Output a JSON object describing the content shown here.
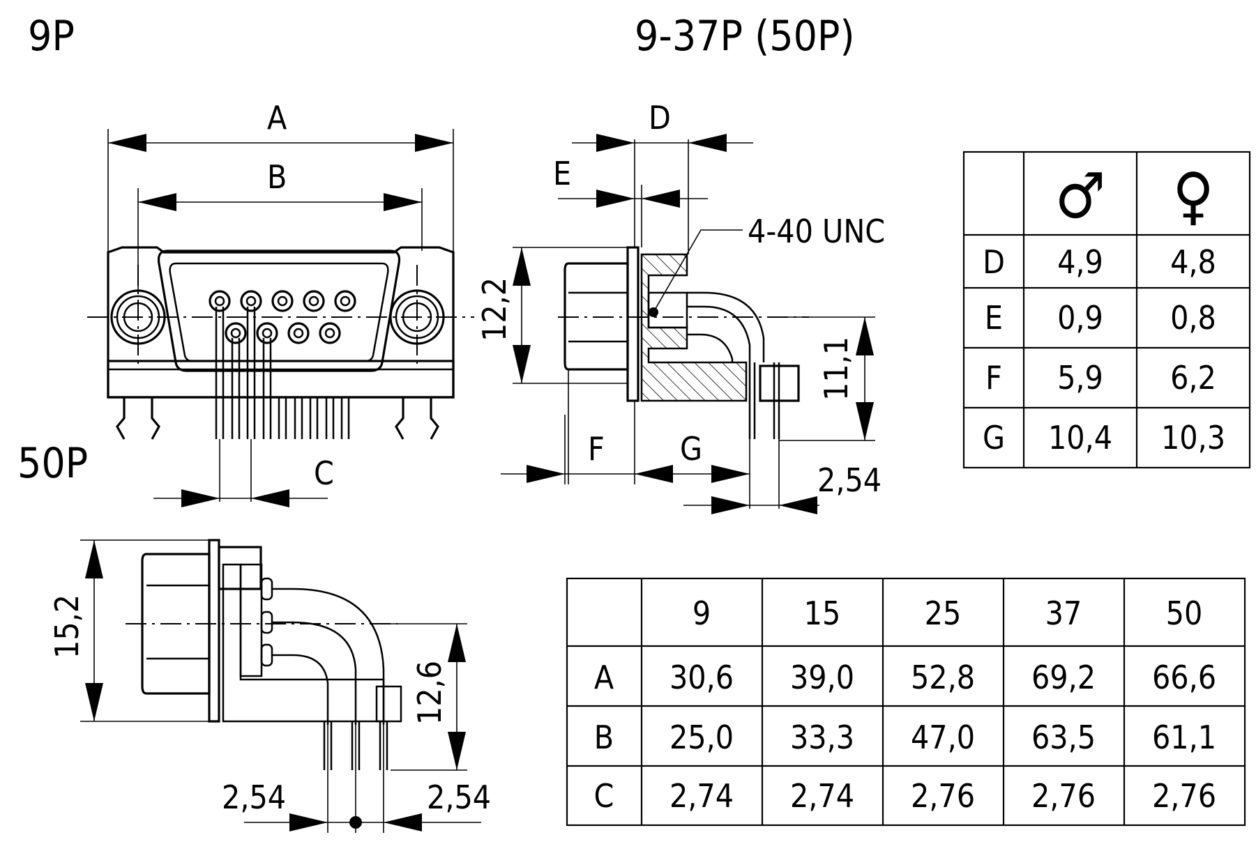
{
  "titles": {
    "view_9p": "9P",
    "view_9_37p": "9-37P  (50P)",
    "view_50p": "50P"
  },
  "dimension_labels": {
    "a": "A",
    "b": "B",
    "c": "C",
    "d": "D",
    "e": "E",
    "f": "F",
    "g": "G",
    "thread": "4-40 UNC",
    "height_side": "12,2",
    "pin_height": "11,1",
    "pitch_side": "2,54",
    "height_50p": "15,2",
    "pin_height_50p": "12,6",
    "pitch_50p_left": "2,54",
    "pitch_50p_right": "2,54"
  },
  "gender_table": {
    "header_male": "♂",
    "header_female": "♀",
    "rows": [
      {
        "label": "D",
        "male": "4,9",
        "female": "4,8"
      },
      {
        "label": "E",
        "male": "0,9",
        "female": "0,8"
      },
      {
        "label": "F",
        "male": "5,9",
        "female": "6,2"
      },
      {
        "label": "G",
        "male": "10,4",
        "female": "10,3"
      }
    ]
  },
  "size_table": {
    "columns": [
      "9",
      "15",
      "25",
      "37",
      "50"
    ],
    "rows": [
      {
        "label": "A",
        "values": [
          "30,6",
          "39,0",
          "52,8",
          "69,2",
          "66,6"
        ]
      },
      {
        "label": "B",
        "values": [
          "25,0",
          "33,3",
          "47,0",
          "63,5",
          "61,1"
        ]
      },
      {
        "label": "C",
        "values": [
          "2,74",
          "2,74",
          "2,76",
          "2,76",
          "2,76"
        ]
      }
    ]
  }
}
